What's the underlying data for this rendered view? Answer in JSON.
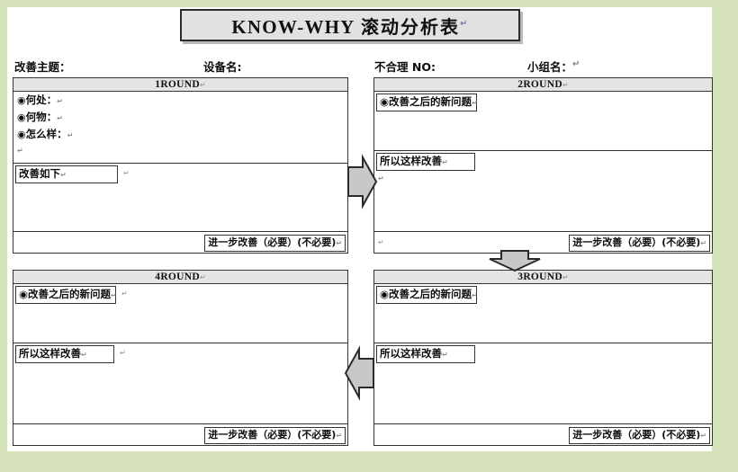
{
  "document": {
    "title_en": "KNOW-WHY",
    "title_cjk": "滚动分析表",
    "title_mark": "↵"
  },
  "fields": [
    {
      "name": "improvement-theme",
      "label": "改善主题："
    },
    {
      "name": "equipment-name",
      "label": "设备名:"
    },
    {
      "name": "irrational-no",
      "label": "不合理 NO:"
    },
    {
      "name": "team-name",
      "label": "小组名："
    }
  ],
  "field_mark": "↵",
  "rounds": {
    "round1": {
      "header": "1ROUND",
      "header_mark": "↵",
      "bullets": [
        {
          "dot": "◉",
          "label": "何处：",
          "mark": "↵"
        },
        {
          "dot": "◉",
          "label": "何物：",
          "mark": "↵"
        },
        {
          "dot": "◉",
          "label": "怎么样：",
          "mark": "↵"
        }
      ],
      "stray_mark": "↵",
      "action_label": "改善如下",
      "action_mark": "↵",
      "action_after_mark": "↵",
      "further_label": "进一步改善（必要）(不必要)",
      "further_mark": "↵"
    },
    "round2": {
      "header": "2ROUND",
      "header_mark": "↵",
      "new_problem_label": "◉改善之后的新问题",
      "new_problem_mark": "↵",
      "reason_label": "所以这样改善",
      "reason_mark": "↵",
      "reason_stray": "↵",
      "bottom_stray": "↵",
      "further_label": "进一步改善（必要）(不必要)",
      "further_mark": "↵"
    },
    "round3": {
      "header": "3ROUND",
      "header_mark": "↵",
      "new_problem_label": "◉改善之后的新问题",
      "new_problem_mark": "↵",
      "reason_label": "所以这样改善",
      "reason_mark": "↵",
      "further_label": "进一步改善（必要）(不必要)",
      "further_mark": "↵"
    },
    "round4": {
      "header": "4ROUND",
      "header_mark": "↵",
      "new_problem_label": "◉改善之后的新问题",
      "new_problem_mark": "↵",
      "new_problem_after_mark": "↵",
      "reason_label": "所以这样改善",
      "reason_mark": "↵",
      "reason_after_mark": "↵",
      "further_label": "进一步改善（必要）(不必要)",
      "further_mark": "↵"
    }
  },
  "arrows": [
    {
      "name": "arrow-round1-to-round2",
      "direction": "right"
    },
    {
      "name": "arrow-round2-to-round3",
      "direction": "down"
    },
    {
      "name": "arrow-round3-to-round4",
      "direction": "left"
    }
  ],
  "colors": {
    "page_background": "#d7e3bb",
    "paper": "#ffffff",
    "round_header_band": "#e4e4e4",
    "title_fill": "#e2e2e2",
    "border": "#333333",
    "arrow_fill": "#c8c8c8",
    "arrow_stroke": "#2b2b2b"
  }
}
